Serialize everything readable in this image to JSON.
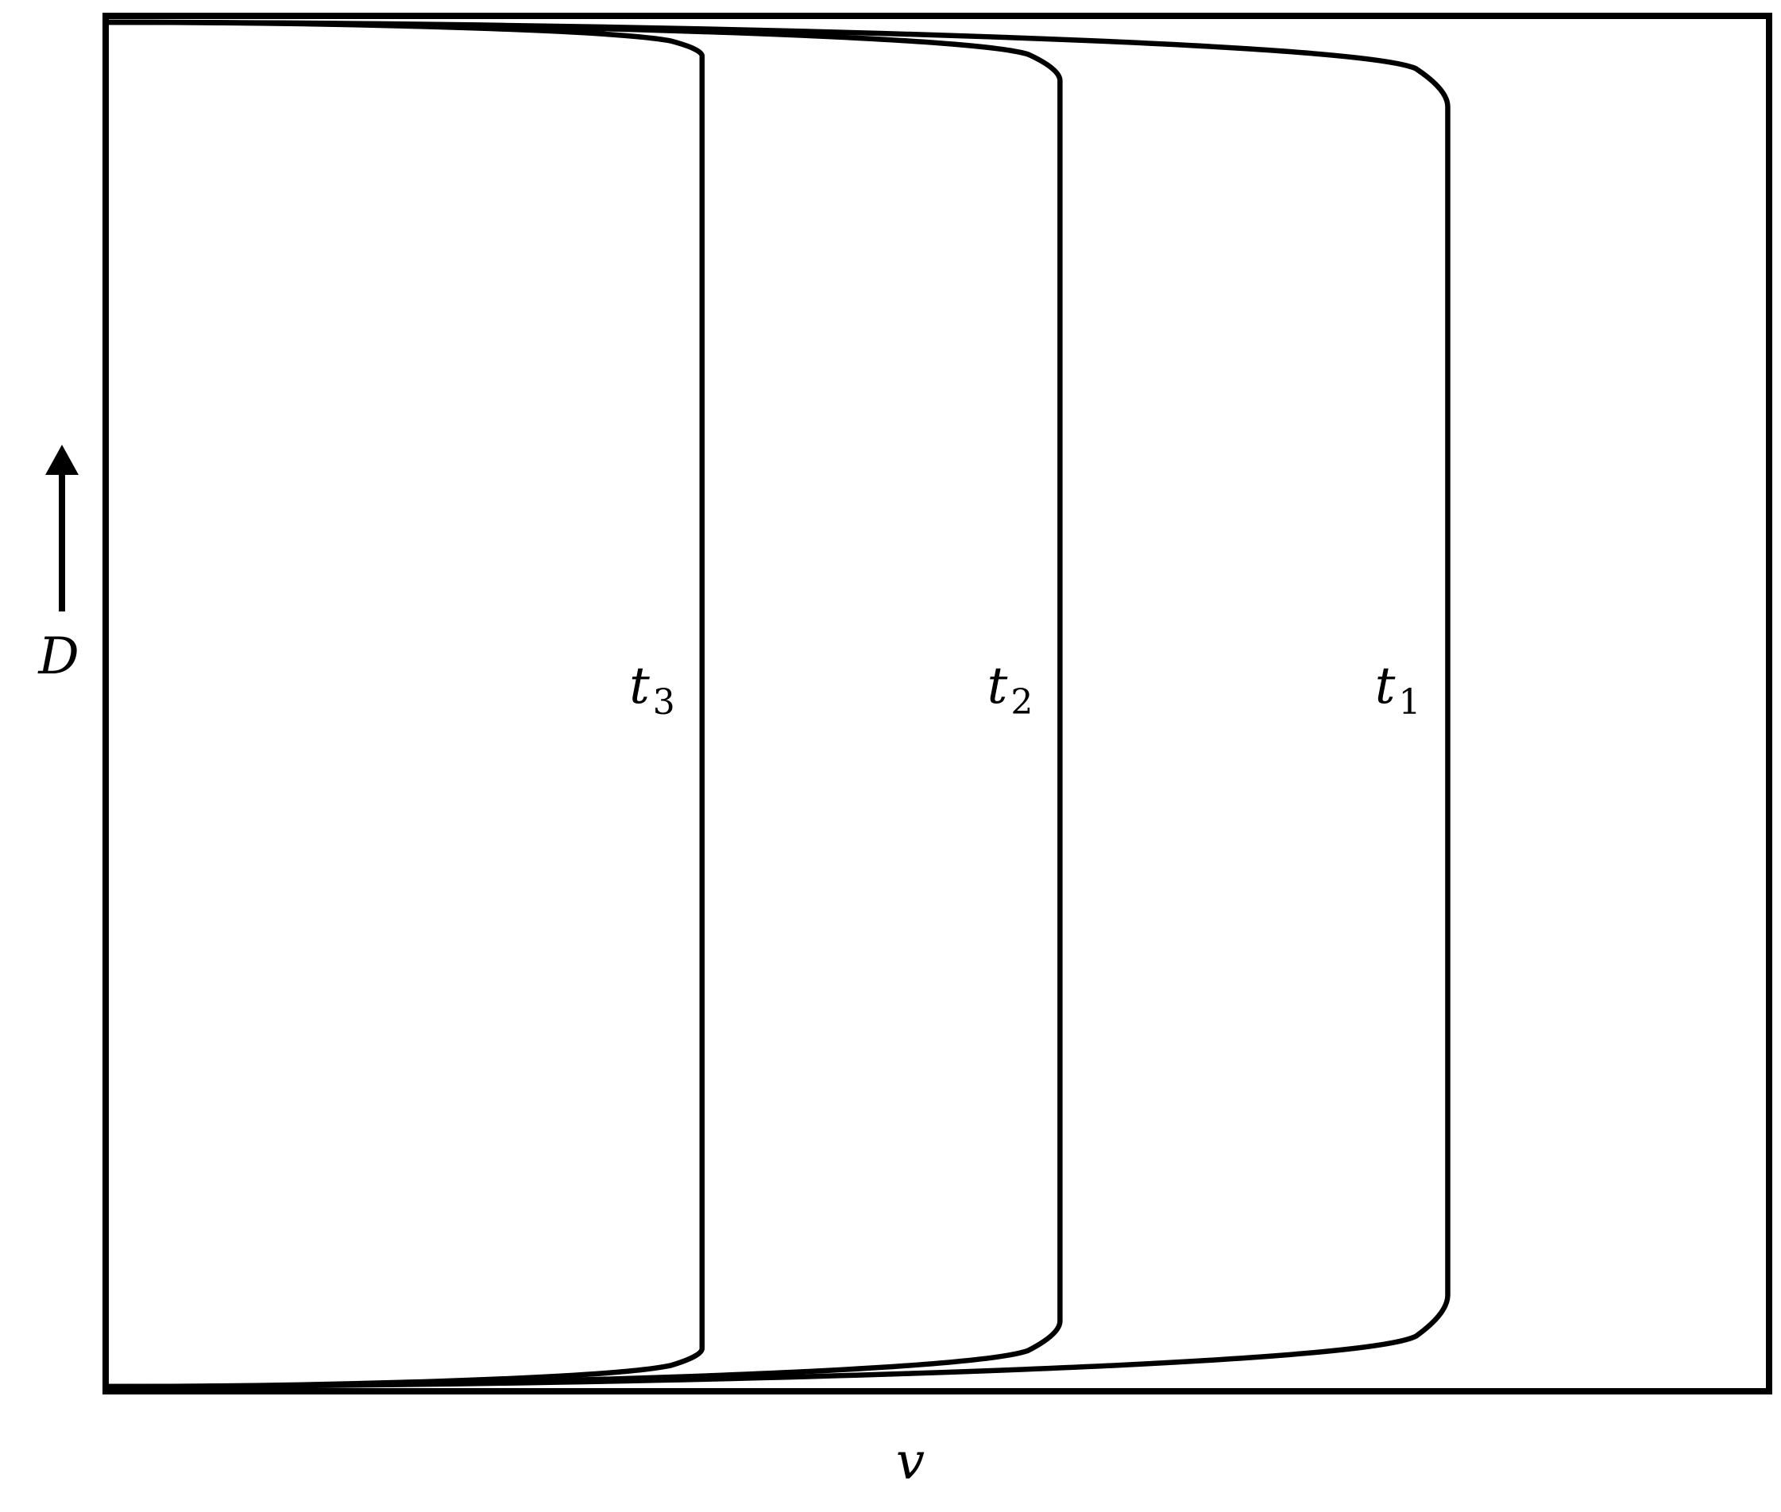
{
  "chart_data": {
    "type": "line",
    "title": "",
    "xlabel": "v",
    "ylabel": "D",
    "ylabel_arrow": "up",
    "grid": false,
    "legend": "none",
    "colors": {
      "line": "#000000",
      "background": "#ffffff"
    },
    "xlim": [
      0,
      1
    ],
    "ylim": [
      0,
      1
    ],
    "series": [
      {
        "label_base": "t",
        "label_sub": "1",
        "plateau_v": 0.808,
        "top_shoulder_D": 0.936,
        "bottom_shoulder_D": 0.068
      },
      {
        "label_base": "t",
        "label_sub": "2",
        "plateau_v": 0.574,
        "top_shoulder_D": 0.955,
        "bottom_shoulder_D": 0.049
      },
      {
        "label_base": "t",
        "label_sub": "3",
        "plateau_v": 0.358,
        "top_shoulder_D": 0.973,
        "bottom_shoulder_D": 0.029
      }
    ]
  }
}
